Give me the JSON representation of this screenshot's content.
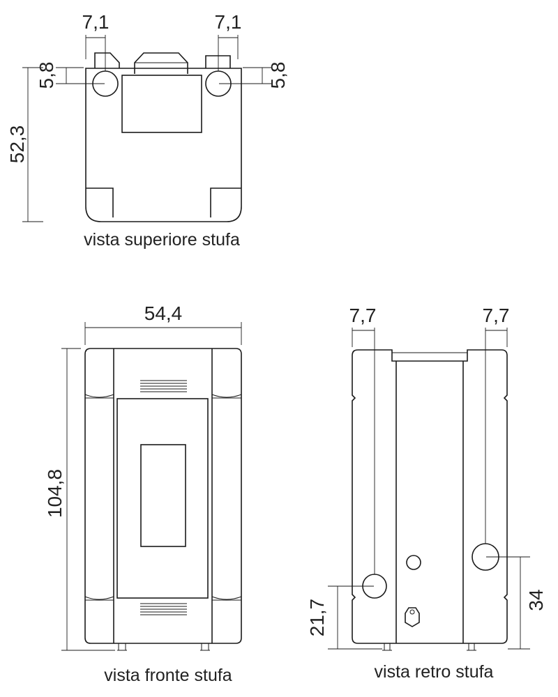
{
  "views": {
    "top": {
      "caption": "vista superiore stufa",
      "dims": {
        "left_offset": "7,1",
        "right_offset": "7,1",
        "left_depth": "5,8",
        "right_depth": "5,8",
        "depth": "52,3"
      }
    },
    "front": {
      "caption": "vista fronte stufa",
      "dims": {
        "width": "54,4",
        "height": "104,8"
      }
    },
    "rear": {
      "caption": "vista retro stufa",
      "dims": {
        "left_offset": "7,7",
        "right_offset": "7,7",
        "low_outlet_height": "21,7",
        "high_outlet_height": "34"
      }
    }
  }
}
